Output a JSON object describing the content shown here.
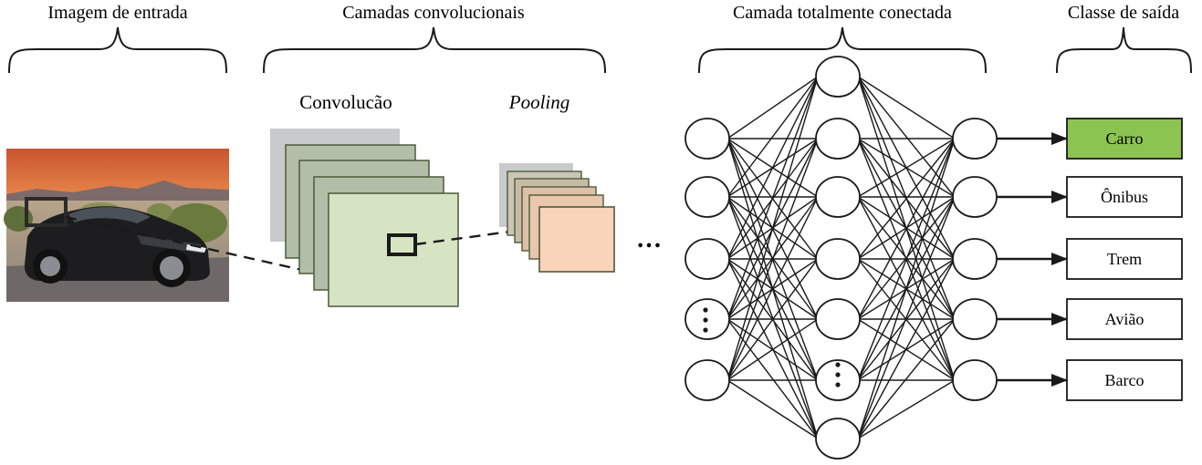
{
  "sections": {
    "input": "Imagem de entrada",
    "conv": "Camadas convolucionais",
    "fc": "Camada totalmente conectada",
    "output": "Classe de saída"
  },
  "subtitles": {
    "convolution": "Convolucão",
    "pooling": "Pooling"
  },
  "ellipsis": "…",
  "classes": [
    {
      "label": "Carro",
      "selected": true
    },
    {
      "label": "Ônibus",
      "selected": false
    },
    {
      "label": "Trem",
      "selected": false
    },
    {
      "label": "Avião",
      "selected": false
    },
    {
      "label": "Barco",
      "selected": false
    }
  ],
  "colors": {
    "selected_class": "#8cc452",
    "conv_front": "#d6e4c3",
    "conv_stack": "#b3bea8",
    "pool_front": "#f9d4b8",
    "sky_top": "#d9693c",
    "sky_bottom": "#f3ad6a",
    "car_body": "#1d1d1f"
  },
  "network": {
    "layer_counts": [
      5,
      7,
      5
    ]
  }
}
